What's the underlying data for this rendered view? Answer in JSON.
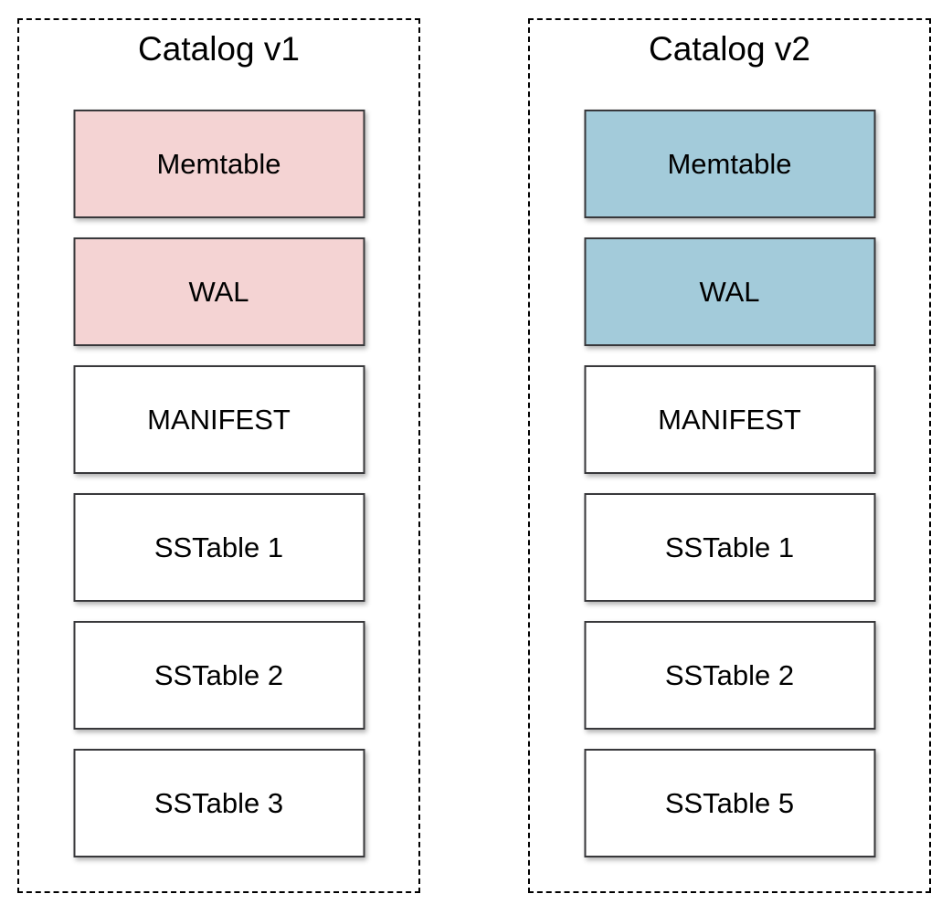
{
  "diagram": {
    "columns": [
      {
        "title": "Catalog v1",
        "highlight_color": "#F4D3D3",
        "boxes": [
          {
            "label": "Memtable"
          },
          {
            "label": "WAL"
          },
          {
            "label": "MANIFEST"
          },
          {
            "label": "SSTable 1"
          },
          {
            "label": "SSTable 2"
          },
          {
            "label": "SSTable 3"
          }
        ]
      },
      {
        "title": "Catalog v2",
        "highlight_color": "#A3CBDA",
        "boxes": [
          {
            "label": "Memtable"
          },
          {
            "label": "WAL"
          },
          {
            "label": "MANIFEST"
          },
          {
            "label": "SSTable 1"
          },
          {
            "label": "SSTable 2"
          },
          {
            "label": "SSTable 5"
          }
        ]
      }
    ],
    "colors": {
      "background": "#FFFFFF",
      "dashed_border": "#000000",
      "box_border": "#38383B",
      "text": "#000000",
      "v1_highlight": "#F4D3D3",
      "v2_highlight": "#A3CBDA"
    }
  }
}
